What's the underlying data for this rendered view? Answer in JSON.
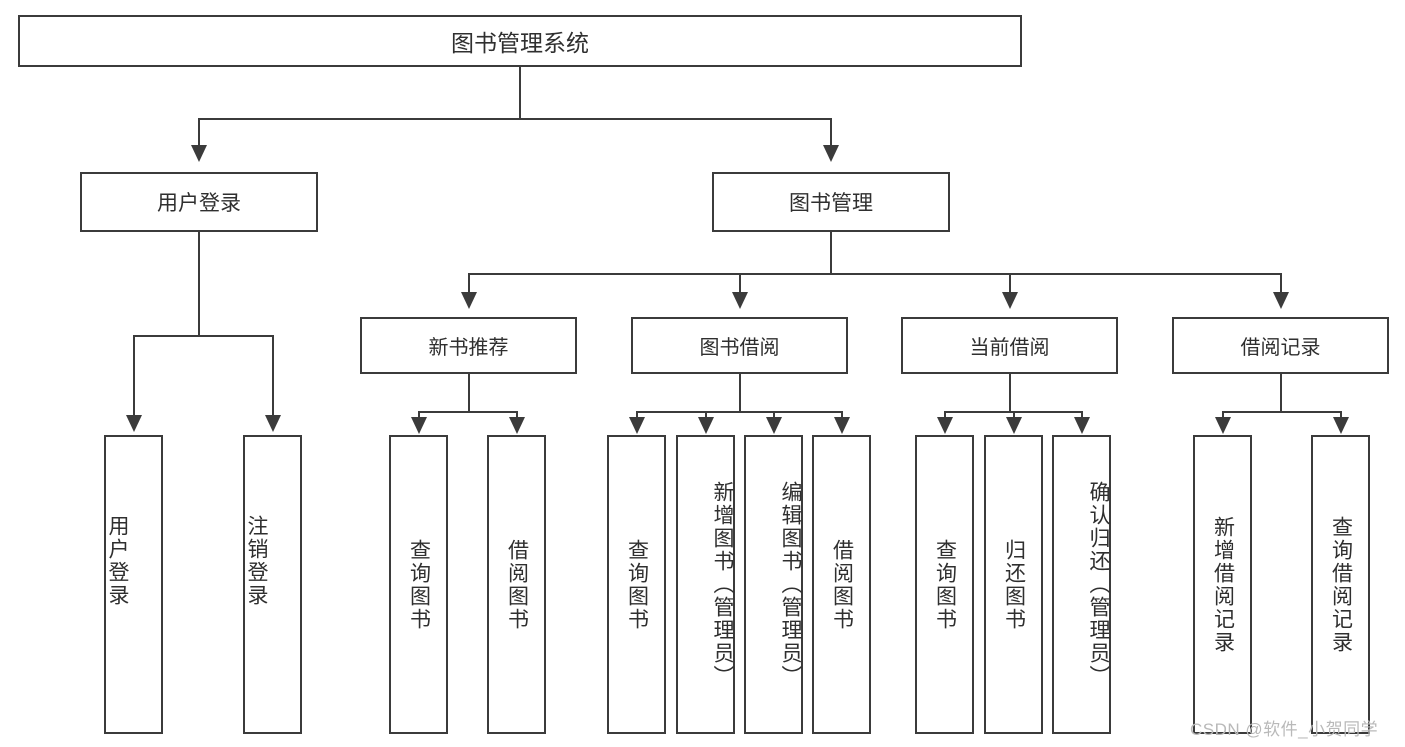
{
  "diagram": {
    "title_node": {
      "label": "图书管理系统"
    },
    "level2": [
      {
        "label": "用户登录"
      },
      {
        "label": "图书管理"
      }
    ],
    "level3": [
      {
        "label": "新书推荐"
      },
      {
        "label": "图书借阅"
      },
      {
        "label": "当前借阅"
      },
      {
        "label": "借阅记录"
      }
    ],
    "leaves": {
      "user_login": [
        {
          "label": "用户登录"
        },
        {
          "label": "注销登录"
        }
      ],
      "new_book_recommend": [
        {
          "label": "查询图书"
        },
        {
          "label": "借阅图书"
        }
      ],
      "book_borrow": [
        {
          "label": "查询图书"
        },
        {
          "label": "新增图书（管理员）"
        },
        {
          "label": "编辑图书（管理员）"
        },
        {
          "label": "借阅图书"
        }
      ],
      "current_borrow": [
        {
          "label": "查询图书"
        },
        {
          "label": "归还图书"
        },
        {
          "label": "确认归还（管理员）"
        }
      ],
      "borrow_record": [
        {
          "label": "新增借阅记录"
        },
        {
          "label": "查询借阅记录"
        }
      ]
    },
    "watermark": {
      "text": "CSDN @软件_小贺同学"
    },
    "colors": {
      "stroke": "#3b3b3b",
      "text": "#2f2f2f",
      "background": "#ffffff",
      "watermark": "#b9b9b9"
    }
  }
}
